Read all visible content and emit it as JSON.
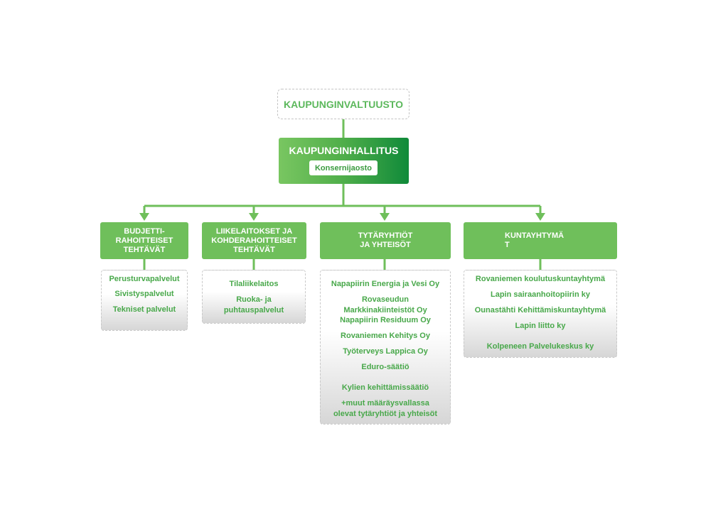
{
  "council": {
    "label": "KAUPUNGINVALTUUSTO"
  },
  "board": {
    "label": "KAUPUNGINHALLITUS",
    "sublabel": "Konsernijaosto"
  },
  "categories": [
    {
      "line1": "BUDJETTI-",
      "line2": "RAHOITTEISET",
      "line3": "TEHTÄVÄT"
    },
    {
      "line1": "LIIKELAITOKSET JA",
      "line2": "KOHDERAHOITTEISET",
      "line3": "TEHTÄVÄT"
    },
    {
      "line1": "TYTÄRYHTIÖT",
      "line2": "JA YHTEISÖT"
    },
    {
      "line1": "KUNTAYHTYMÄ",
      "line2": "T"
    }
  ],
  "lists": [
    {
      "items": [
        "Perusturvapalvelut",
        "Sivistyspalvelut",
        "Tekniset palvelut"
      ]
    },
    {
      "items": [
        "Tilaliikelaitos",
        "Ruoka- ja",
        "puhtauspalvelut"
      ]
    },
    {
      "items": [
        "Napapiirin Energia ja Vesi Oy",
        "Rovaseudun",
        "Markkinakiinteistöt Oy",
        "Napapiirin Residuum Oy",
        "Rovaniemen Kehitys Oy",
        "Työterveys Lappica Oy",
        "Eduro-säätiö",
        "Kylien kehittämissäätiö",
        "+muut määräysvallassa",
        "olevat tytäryhtiöt ja yhteisöt"
      ]
    },
    {
      "items": [
        "Rovaniemen koulutuskuntayhtymä",
        "Lapin sairaanhoitopiirin ky",
        "Ounastähti Kehittämiskuntayhtymä",
        "Lapin liitto ky",
        "Kolpeneen Palvelukeskus ky"
      ]
    }
  ],
  "colors": {
    "green": "#6fbf5b",
    "text_green": "#48a84a",
    "dark_green": "#108a3a"
  }
}
